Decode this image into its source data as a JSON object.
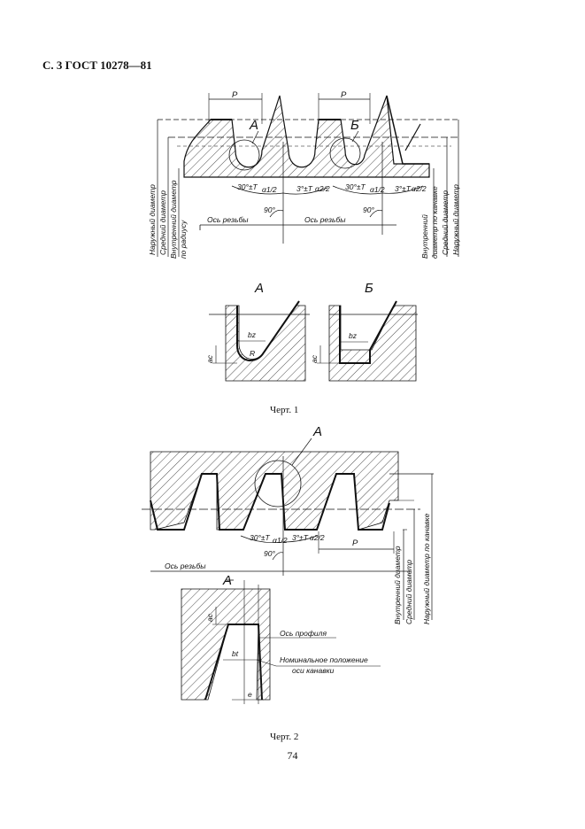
{
  "header": "С. 3 ГОСТ 10278—81",
  "fig1": {
    "caption": "Черт. 1",
    "pitch": "P",
    "detail_a": "А",
    "detail_b": "Б",
    "angle_30": "30°±Т",
    "angle_3": "3°±Т",
    "angle_30b": "30°±Т",
    "angle_3b": "3°±Т",
    "tol_a1": "α1/2",
    "tol_a2": "α2/2",
    "right_angle": "90°",
    "right_angle_b": "90°",
    "axis": "Ось резьбы",
    "axis2": "Ось резьбы",
    "dia_outer": "Наружный диаметр",
    "dia_mean": "Средний диаметр",
    "dia_inner_r": "Внутренний диаметр",
    "dia_inner_r2": "по радиусу",
    "dia_inner_g": "Внутренний",
    "dia_inner_g2": "диаметр по канавке",
    "dia_mean_g": "Средний диаметр",
    "dia_outer_r": "Наружный диаметр",
    "det_a_ac": "ac",
    "det_a_bz": "bz",
    "det_a_r": "R",
    "det_b_ac": "ac",
    "det_b_bz": "bz"
  },
  "fig2": {
    "caption": "Черт. 2",
    "detail": "А",
    "detail_title": "А",
    "angle_30": "30°±Т",
    "angle_3": "3°±Т",
    "tol_a1": "α1/2",
    "tol_a2": "α2/2",
    "right_angle": "90°",
    "pitch": "P",
    "axis": "Ось резьбы",
    "dia_inner": "Внутренний диаметр",
    "dia_mean": "Средний диаметр",
    "dia_outer": "Наружный диаметр по канавке",
    "ac": "ac",
    "bt": "bt",
    "e": "e",
    "profile_axis": "Ось профиля",
    "nominal1": "Номинальное положение",
    "nominal2": "оси канавки"
  },
  "page_number": "74"
}
